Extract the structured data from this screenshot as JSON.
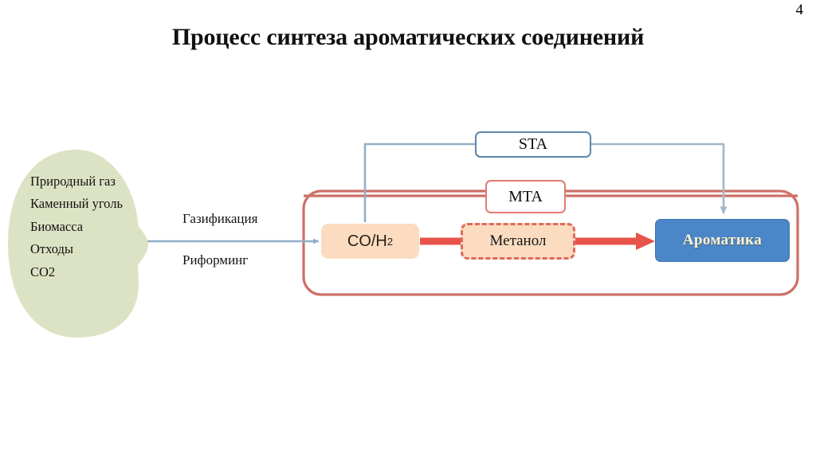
{
  "slide": {
    "page_number": "4",
    "title": "Процесс синтеза ароматических соединений"
  },
  "diagram": {
    "feedstock": {
      "label": "Природный газ\nКаменный уголь\nБиомасса\nОтходы\nCO2",
      "items": [
        "Природный газ",
        "Каменный уголь",
        "Биомасса",
        "Отходы",
        "CO2"
      ],
      "fill_color": "#DCE3C4"
    },
    "edges": {
      "gasification_label": "Газификация",
      "reforming_label": "Риформинг"
    },
    "nodes": {
      "syngas": {
        "label_main": "CO/H",
        "label_sub": "2",
        "fill_color": "#FBDCC0"
      },
      "methanol": {
        "label": "Метанол",
        "fill_color": "#FBDCC0",
        "border_color": "#E0695E"
      },
      "aromatics": {
        "label": "Ароматика",
        "fill_color": "#4A86C8",
        "text_color": "#FAF3DA"
      },
      "sta": {
        "label": "STA",
        "border_color": "#5E87A8",
        "fill_color": "#FFFFFF"
      },
      "mta": {
        "label": "MTA",
        "border_color": "#E27A75",
        "fill_color": "#FFFFFF"
      }
    },
    "colors": {
      "blue_wire": "#8FAFC9",
      "red_wire": "#CE7068",
      "thick_red_arrow": "#E8534A",
      "oval_green": "#DCE3C4"
    }
  }
}
